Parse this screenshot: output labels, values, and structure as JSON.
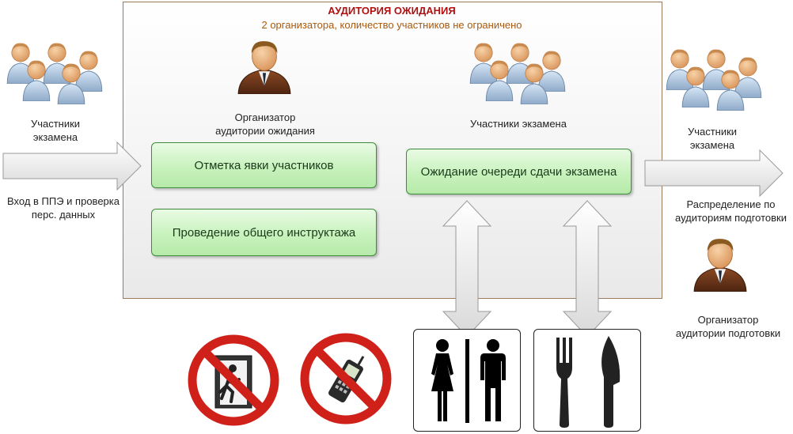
{
  "room": {
    "title": "АУДИТОРИЯ ОЖИДАНИЯ",
    "subtitle": "2 организатора, количество участников не ограничено"
  },
  "people": {
    "left_label_1": "Участники",
    "left_label_2": "экзамена",
    "center_label": "Участники экзамена",
    "right_label_1": "Участники",
    "right_label_2": "экзамена"
  },
  "organizers": {
    "waiting_1": "Организатор",
    "waiting_2": "аудитории ожидания",
    "prep_1": "Организатор",
    "prep_2": "аудитории подготовки"
  },
  "arrows": {
    "entry_1": "Вход в ППЭ и проверка",
    "entry_2": "перс. данных",
    "exit_1": "Распределение по",
    "exit_2": "аудиториям подготовки"
  },
  "boxes": {
    "attendance": "Отметка явки участников",
    "briefing": "Проведение общего инструктажа",
    "queue": "Ожидание очереди сдачи экзамена"
  },
  "icons": {
    "no_exit": "no-exit-icon",
    "no_phone": "no-phone-icon",
    "restroom": "restroom-icon",
    "dining": "dining-icon"
  },
  "colors": {
    "title": "#b01010",
    "subtitle": "#a85a10",
    "box_border": "#3c8c3c",
    "prohibition": "#d0201a"
  }
}
